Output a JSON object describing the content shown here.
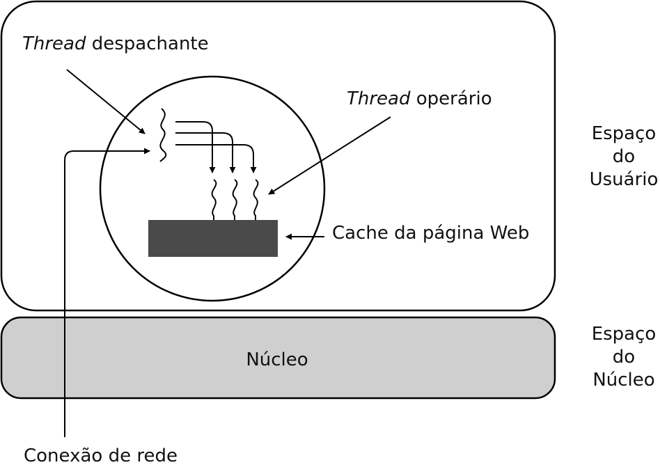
{
  "diagram": {
    "labels": {
      "dispatcher_prefix": "Thread",
      "dispatcher_suffix": " despachante",
      "worker_prefix": "Thread",
      "worker_suffix": " operário",
      "cache": "Cache da página Web",
      "kernel": "Núcleo",
      "network": "Conexão de rede",
      "user_space_1": "Espaço",
      "user_space_2": "do",
      "user_space_3": "Usuário",
      "kernel_space_1": "Espaço",
      "kernel_space_2": "do",
      "kernel_space_3": "Núcleo"
    },
    "colors": {
      "kernel_fill": "#cfcfcf",
      "cache_fill": "#4a4a4a",
      "stroke": "#000000"
    }
  }
}
